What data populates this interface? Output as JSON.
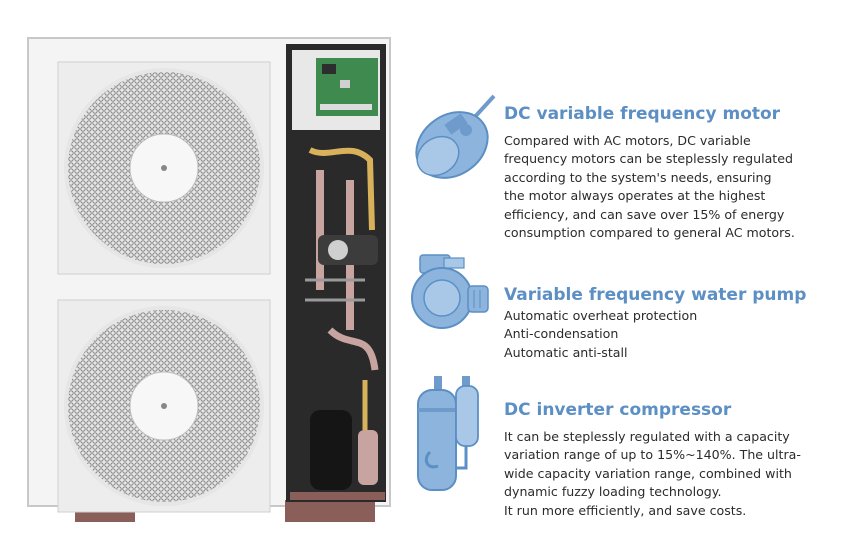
{
  "features": [
    {
      "title": "DC variable frequency motor",
      "icon": "dc-motor-icon",
      "lines": [
        "Compared with AC motors, DC variable",
        "frequency motors can be steplessly regulated",
        "according to the system's needs, ensuring",
        "the motor always operates at the highest",
        "efficiency, and can save over 15% of energy",
        "consumption compared to general AC motors."
      ]
    },
    {
      "title": "Variable frequency water pump",
      "icon": "water-pump-icon",
      "lines": [
        "Automatic overheat protection",
        "Anti-condensation",
        "Automatic anti-stall"
      ]
    },
    {
      "title": "DC inverter compressor",
      "icon": "compressor-icon",
      "lines": [
        "It can be steplessly regulated with a capacity",
        "variation range of up to 15%~140%. The ultra-",
        "wide capacity variation range, combined with",
        "dynamic fuzzy loading technology.",
        "It run more efficiently, and save costs."
      ]
    }
  ],
  "colors": {
    "accent": "#5c8fc4",
    "icon_fill": "#8db4dd",
    "body_text": "#2b2b2b"
  }
}
